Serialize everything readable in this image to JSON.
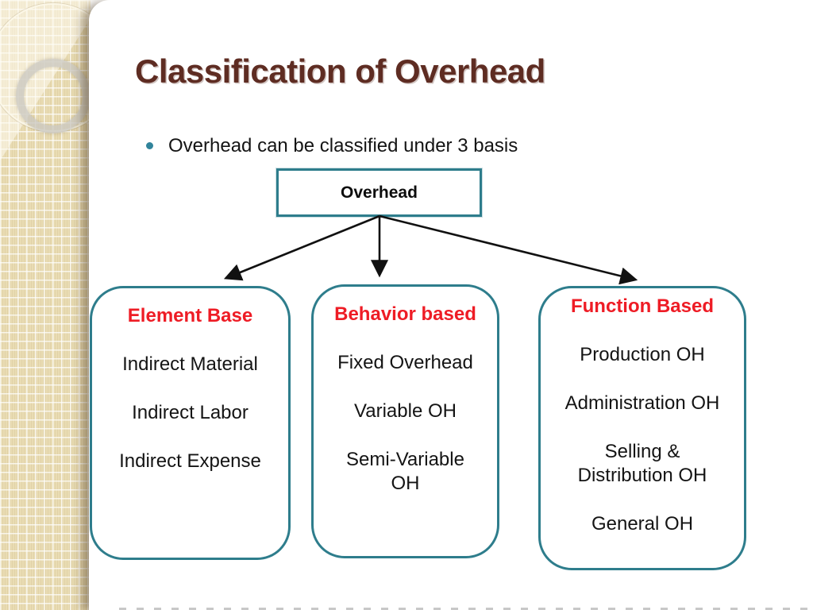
{
  "slide": {
    "title": "Classification of Overhead",
    "bullet_text": "Overhead can be classified under 3 basis",
    "root_label": "Overhead",
    "branches": [
      {
        "heading": "Element Base",
        "items": [
          "Indirect Material",
          "Indirect Labor",
          "Indirect Expense"
        ]
      },
      {
        "heading": "Behavior based",
        "items": [
          "Fixed Overhead",
          "Variable OH",
          "Semi-Variable OH"
        ]
      },
      {
        "heading": "Function Based",
        "items": [
          "Production OH",
          "Administration OH",
          "Selling & Distribution OH",
          "General OH"
        ]
      }
    ]
  },
  "colors": {
    "title-color": "#5E2C22",
    "heading-red": "#EE1C25",
    "teal-border": "#2E7D8C",
    "bullet-dot": "#31849B",
    "body-text": "#141414",
    "arrow-color": "#111111"
  }
}
